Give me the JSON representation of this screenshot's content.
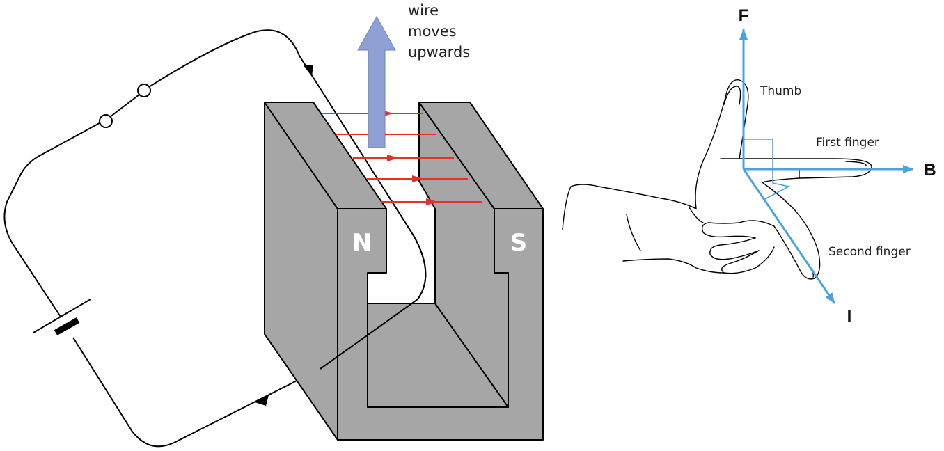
{
  "motor": {
    "motion_label_lines": [
      "wire",
      "moves",
      "upwards"
    ],
    "pole_north": "N",
    "pole_south": "S"
  },
  "hand_rule": {
    "axis_force": "F",
    "axis_field": "B",
    "axis_current": "I",
    "thumb_label": "Thumb",
    "first_finger_label": "First finger",
    "second_finger_label": "Second finger"
  },
  "colors": {
    "magnet_fill": "#a6a6a6",
    "field_lines": "#e8302a",
    "motion_arrow": "#8ea0d4",
    "axis_arrows": "#4aa3e0",
    "outline": "#000000"
  }
}
